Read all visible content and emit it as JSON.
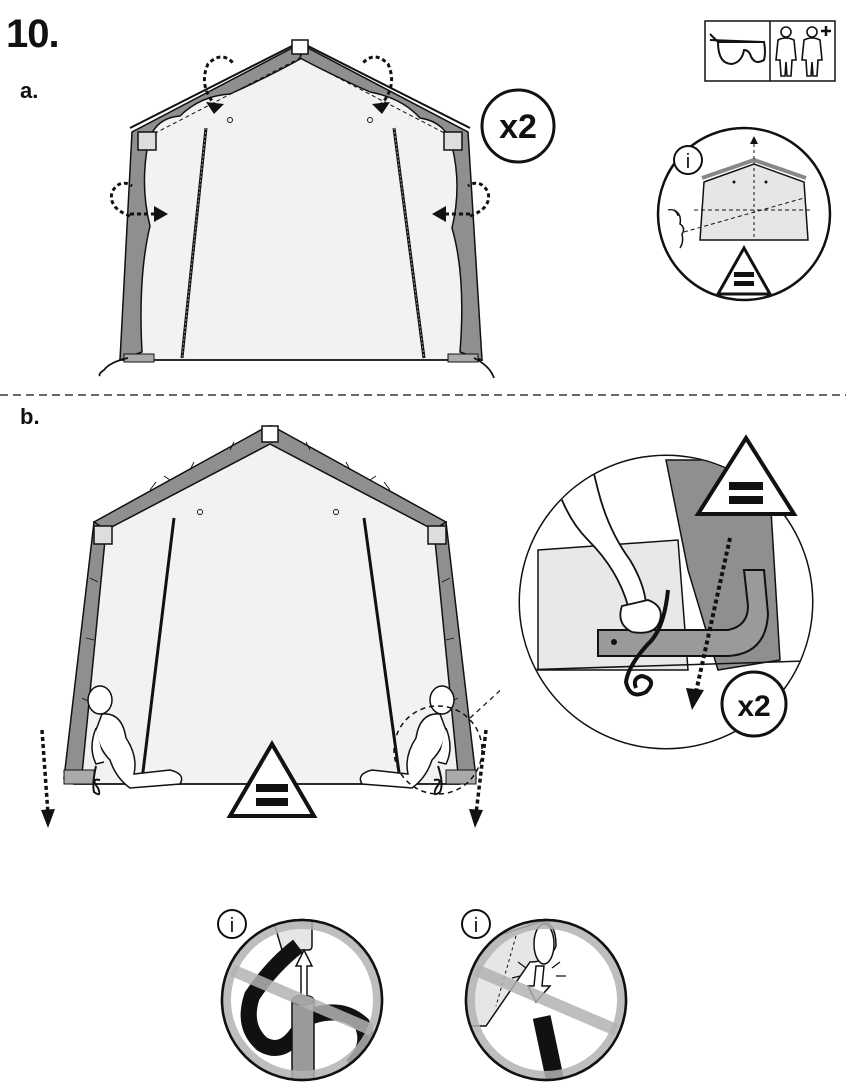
{
  "step": {
    "number": "10."
  },
  "parts": {
    "a_label": "a.",
    "b_label": "b."
  },
  "multipliers": {
    "a_count": "x2",
    "b_detail_count": "x2"
  },
  "info_marker": "i",
  "colors": {
    "ink": "#111111",
    "cover_dark": "#8f8f8f",
    "cover_light": "#ececec",
    "forbidden_gray": "#b3b3b3",
    "bar_gray": "#9a9a9a"
  },
  "icons": [
    "safety-glasses-icon",
    "two-person-icon",
    "info-icon",
    "equal-tension-icon",
    "rotate-arrow-icon",
    "pull-arrow-icon",
    "prohibited-icon"
  ]
}
